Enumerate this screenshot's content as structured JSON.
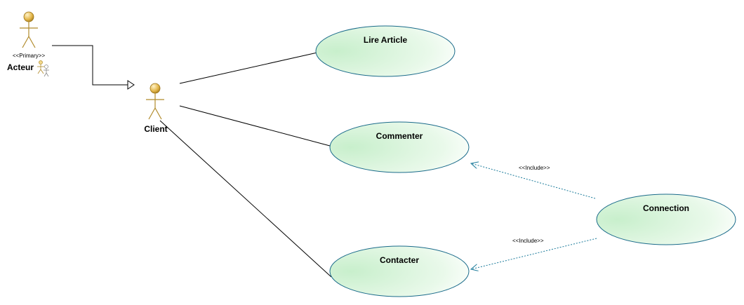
{
  "actors": {
    "acteur": {
      "stereotype": "<<Primary>>",
      "name": "Acteur"
    },
    "client": {
      "name": "Client"
    }
  },
  "use_cases": {
    "lire_article": "Lire Article",
    "commenter": "Commenter",
    "contacter": "Contacter",
    "connection": "Connection"
  },
  "relations": {
    "include_1": "<<Include>>",
    "include_2": "<<Include>>"
  },
  "colors": {
    "actor_fill": "#f3d98a",
    "actor_stroke": "#b08a2a",
    "usecase_stroke": "#1a6b8a",
    "usecase_fill_start": "#d2f2d4",
    "usecase_fill_end": "#ffffff",
    "include_line": "#1a7a9a"
  }
}
